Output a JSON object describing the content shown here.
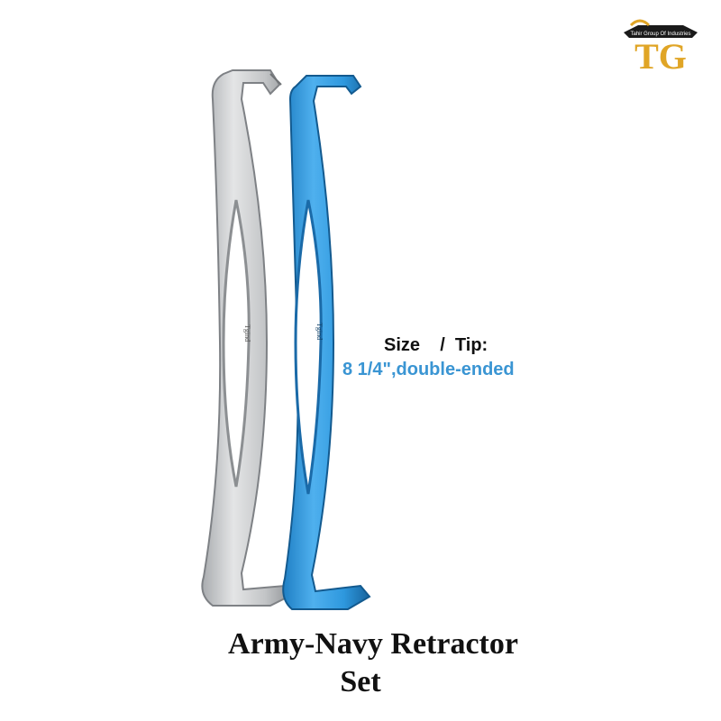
{
  "logo": {
    "monogram": "TG",
    "company": "Tahir Group Of Industries",
    "gold": "#e0a526",
    "banner": "#1a1a1a"
  },
  "instruments": [
    {
      "finish": "stainless-steel",
      "color": "#c9cbcd",
      "engraving": "Tgind"
    },
    {
      "finish": "blue-coated",
      "color": "#2f9ae0",
      "engraving": "Tgind"
    }
  ],
  "spec": {
    "label": "Size    /  Tip:",
    "value": "8 1/4\",double-ended"
  },
  "title": {
    "line1": "Army-Navy Retractor",
    "line2": "Set"
  }
}
